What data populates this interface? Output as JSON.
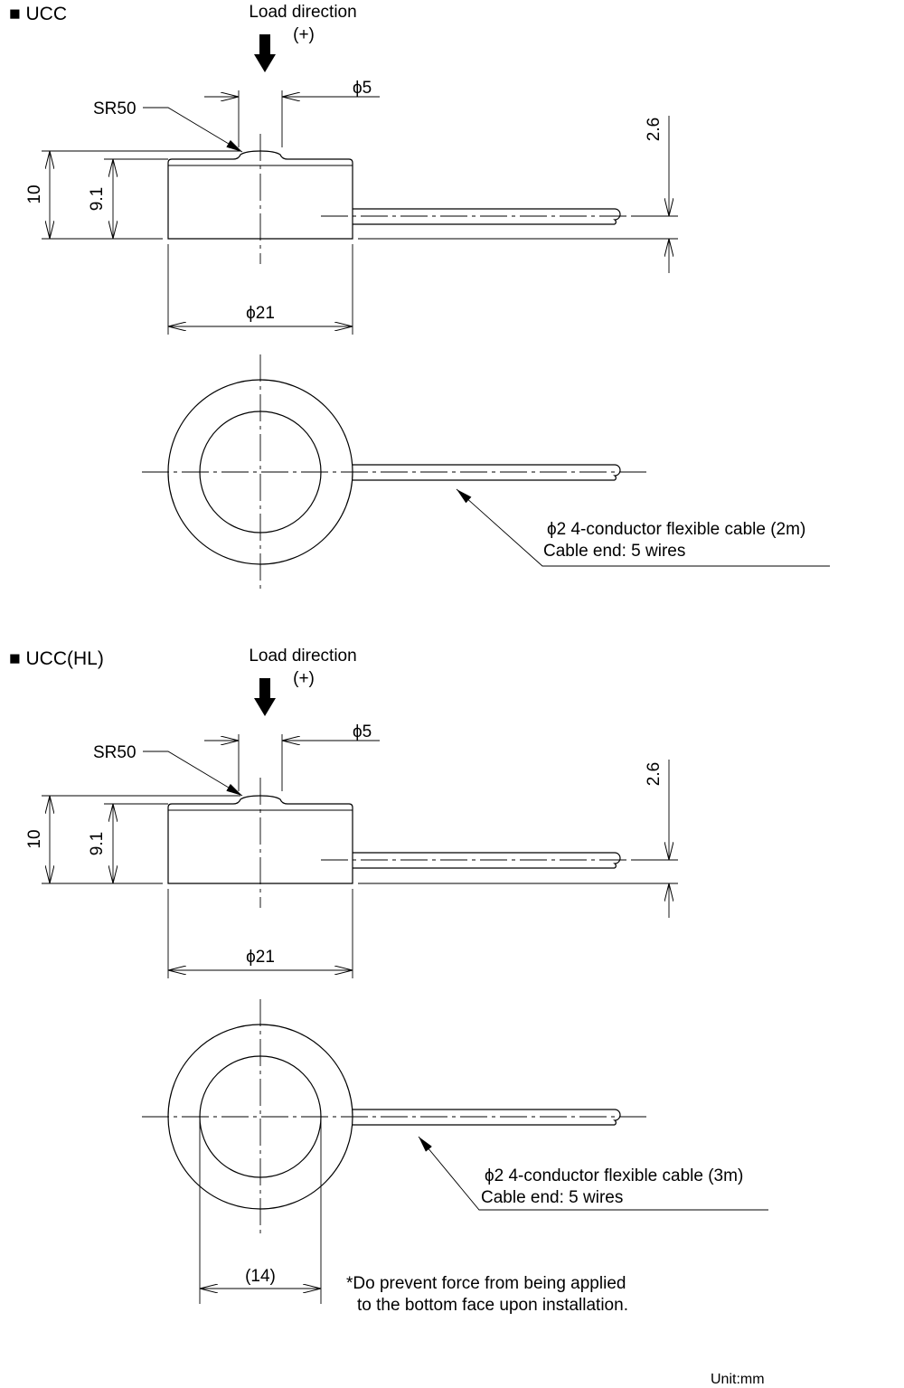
{
  "sections": [
    {
      "title": "■ UCC",
      "load_direction": "Load direction",
      "load_sign": "(+)",
      "sphere_radius": "SR50",
      "button_diameter": "ϕ5",
      "height_total": "10",
      "height_body": "9.1",
      "cable_offset": "2.6",
      "body_diameter": "ϕ21",
      "cable_label_1": "ϕ2 4-conductor flexible cable (2m)",
      "cable_label_2": "Cable end: 5 wires"
    },
    {
      "title": "■ UCC(HL)",
      "load_direction": "Load direction",
      "load_sign": "(+)",
      "sphere_radius": "SR50",
      "button_diameter": "ϕ5",
      "height_total": "10",
      "height_body": "9.1",
      "cable_offset": "2.6",
      "body_diameter": "ϕ21",
      "cable_label_1": "ϕ2 4-conductor flexible cable (3m)",
      "cable_label_2": "Cable end: 5 wires",
      "inner_diameter": "(14)"
    }
  ],
  "note_line_1": "*Do prevent force from being applied",
  "note_line_2": "to the bottom face upon installation.",
  "unit": "Unit:mm"
}
